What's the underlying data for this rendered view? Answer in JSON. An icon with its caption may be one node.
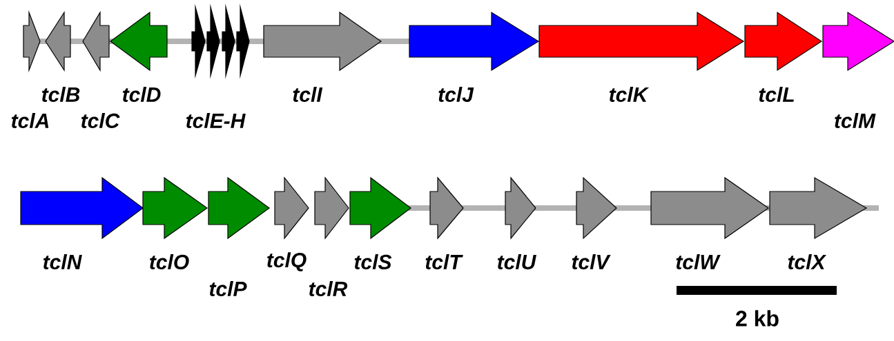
{
  "diagram": {
    "nodes": [
      {
        "text": [],
        "shape": "arrow",
        "beside": [
          "tclA"
        ]
      },
      {
        "text": [],
        "shape": "arrow",
        "beside": [
          "tclB"
        ]
      },
      {
        "text": [],
        "shape": "arrow",
        "beside": [
          "tclC"
        ]
      },
      {
        "text": [],
        "shape": "arrow",
        "beside": [
          "tclD"
        ]
      },
      {
        "text": [],
        "shape": "arrow"
      },
      {
        "text": [],
        "shape": "arrow"
      },
      {
        "text": [],
        "shape": "arrow"
      },
      {
        "text": [],
        "shape": "arrow"
      },
      {
        "text": [],
        "shape": "arrow",
        "beside": [
          "tclI"
        ]
      },
      {
        "text": [],
        "shape": "arrow",
        "beside": [
          "tclJ"
        ]
      },
      {
        "text": [],
        "shape": "arrow",
        "beside": [
          "tclK"
        ]
      },
      {
        "text": [],
        "shape": "arrow",
        "beside": [
          "tclL"
        ]
      },
      {
        "text": [],
        "shape": "arrow",
        "beside": [
          "tclM"
        ]
      },
      {
        "text": [],
        "shape": "arrow",
        "beside": [
          "tclN"
        ]
      },
      {
        "text": [],
        "shape": "arrow",
        "beside": [
          "tclO"
        ]
      },
      {
        "text": [],
        "shape": "arrow",
        "beside": [
          "tclP"
        ]
      },
      {
        "text": [],
        "shape": "arrow",
        "beside": [
          "tclQ"
        ]
      },
      {
        "text": [],
        "shape": "arrow",
        "beside": [
          "tclR"
        ]
      },
      {
        "text": [],
        "shape": "arrow",
        "beside": [
          "tclS"
        ]
      },
      {
        "text": [],
        "shape": "arrow",
        "beside": [
          "tclT"
        ]
      },
      {
        "text": [],
        "shape": "arrow",
        "beside": [
          "tclU"
        ]
      },
      {
        "text": [],
        "shape": "arrow",
        "beside": [
          "tclV"
        ]
      },
      {
        "text": [],
        "shape": "arrow",
        "beside": [
          "tclW"
        ]
      },
      {
        "text": [],
        "shape": "arrow",
        "beside": [
          "tclX"
        ]
      }
    ],
    "labels": [
      "tclE-H",
      "2 kb"
    ]
  }
}
